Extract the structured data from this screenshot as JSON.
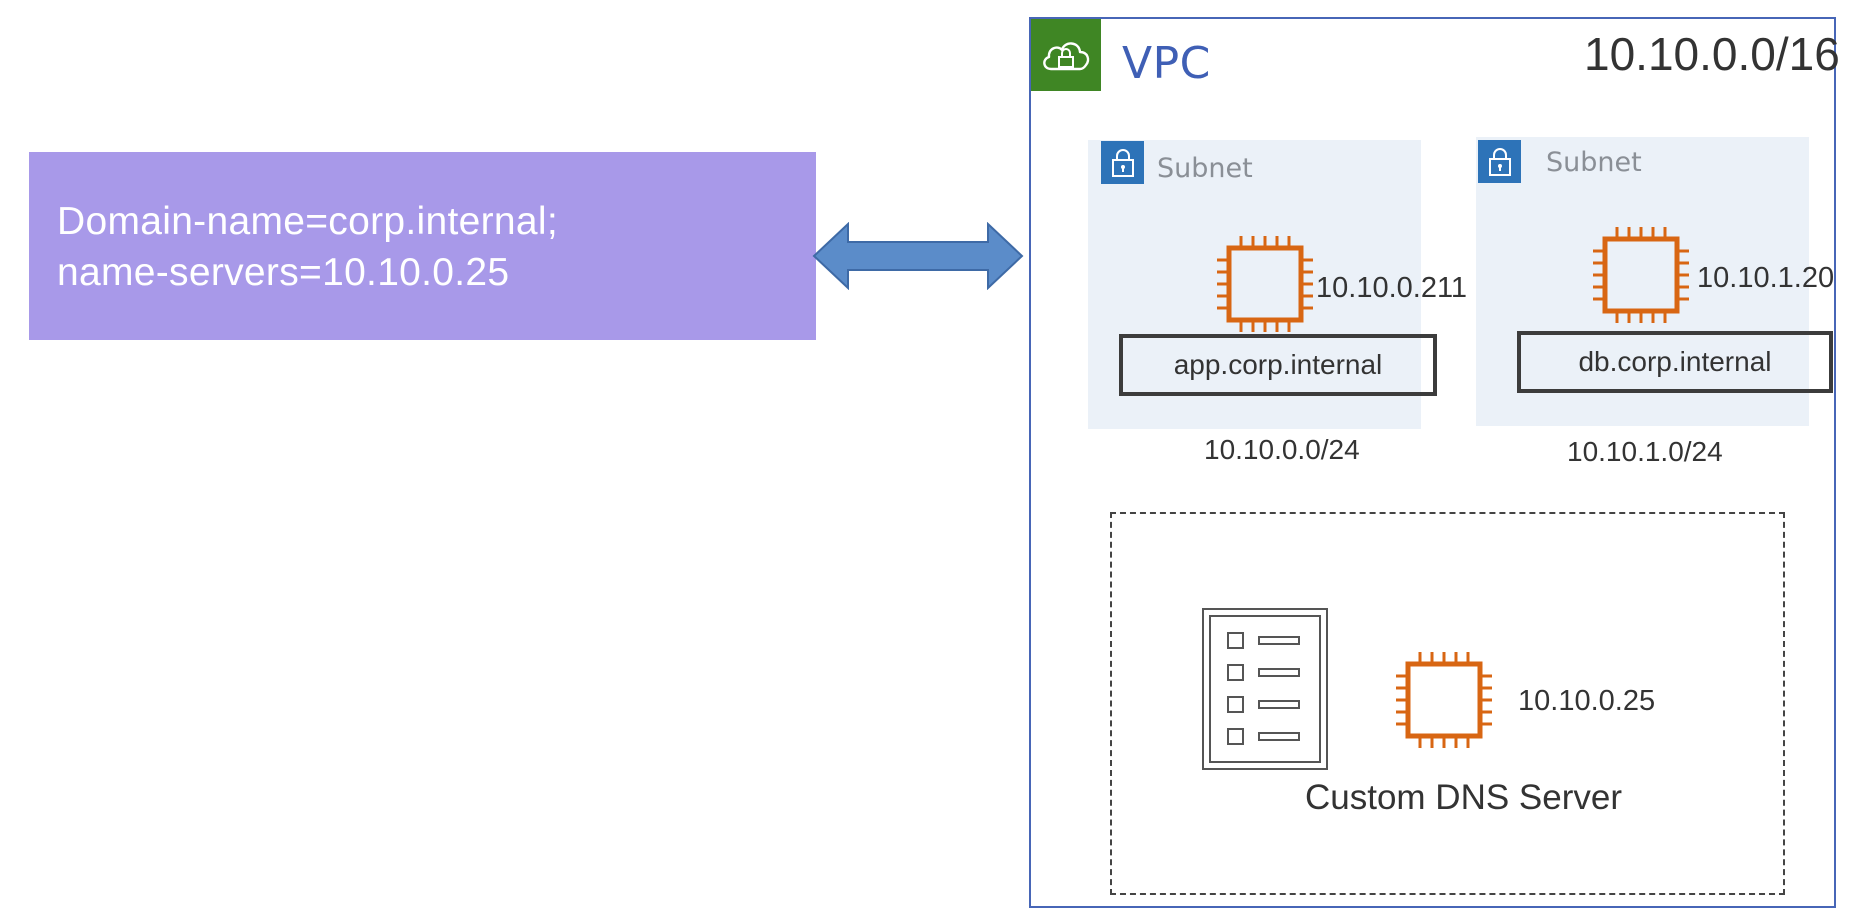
{
  "dhcp_options": {
    "line1": "Domain-name=corp.internal;",
    "line2": "name-servers=10.10.0.25"
  },
  "vpc": {
    "label": "VPC",
    "cidr": "10.10.0.0/16"
  },
  "subnets": [
    {
      "label": "Subnet",
      "instance_ip": "10.10.0.211",
      "hostname": "app.corp.internal",
      "cidr": "10.10.0.0/24"
    },
    {
      "label": "Subnet",
      "instance_ip": "10.10.1.20",
      "hostname": "db.corp.internal",
      "cidr": "10.10.1.0/24"
    }
  ],
  "dns_server": {
    "ip": "10.10.0.25",
    "label": "Custom DNS Server"
  },
  "colors": {
    "dhcp_fill": "#a899e9",
    "arrow_fill": "#5b8cc9",
    "vpc_border": "#4766b7",
    "vpc_icon": "#3f8624",
    "subnet_fill": "#ebf1f8",
    "lock_tile": "#2d73b8",
    "ec2_orange": "#d86613"
  },
  "icons": [
    "cloud-lock-icon",
    "lock-icon",
    "ec2-instance-icon",
    "dns-records-icon",
    "bidirectional-arrow"
  ]
}
